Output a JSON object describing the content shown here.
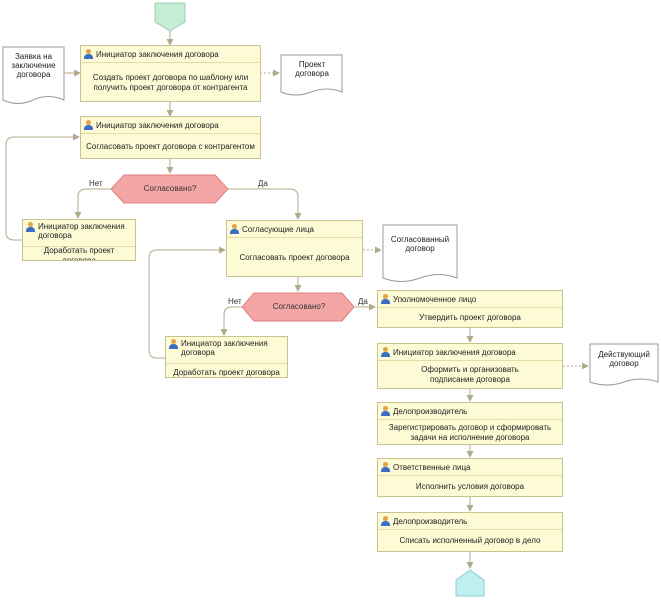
{
  "tasks": {
    "t1": {
      "actor": "Инициатор заключения договора",
      "text": "Создать проект договора по шаблону или получить проект договора от контрагента"
    },
    "t2": {
      "actor": "Инициатор заключения договора",
      "text": "Согласовать проект договора с контрагентом"
    },
    "t3": {
      "actor": "Инициатор заключения договора",
      "text": "Доработать проект договора"
    },
    "t4": {
      "actor": "Согласующие лица",
      "text": "Согласовать проект договора"
    },
    "t5": {
      "actor": "Инициатор заключения договора",
      "text": "Доработать проект договора"
    },
    "t6": {
      "actor": "Уполномоченное лицо",
      "text": "Утвердить проект договора"
    },
    "t7": {
      "actor": "Инициатор заключения договора",
      "text": "Оформить и организовать подписание договора"
    },
    "t8": {
      "actor": "Делопроизводитель",
      "text": "Зарегистрировать договор и сформировать задачи на исполнение договора"
    },
    "t9": {
      "actor": "Ответственные лица",
      "text": "Исполнить условия договора"
    },
    "t10": {
      "actor": "Делопроизводитель",
      "text": "Списать исполненный договор в дело"
    }
  },
  "documents": {
    "d1": "Заявка на заключение договора",
    "d2": "Проект договора",
    "d3": "Согласованный договор",
    "d4": "Действующий договор"
  },
  "decisions": {
    "g1": {
      "label": "Согласовано?",
      "no": "Нет",
      "yes": "Да"
    },
    "g2": {
      "label": "Согласовано?",
      "no": "Нет",
      "yes": "Да"
    }
  },
  "colors": {
    "task_fill": "#fdfbd6",
    "task_border": "#c9c48f",
    "decision_fill": "#f4a6a6",
    "start_fill": "#c5ecd4",
    "end_fill": "#bfeff0",
    "connector": "#b2ab8a"
  },
  "icons": {
    "actor": "person-icon"
  }
}
